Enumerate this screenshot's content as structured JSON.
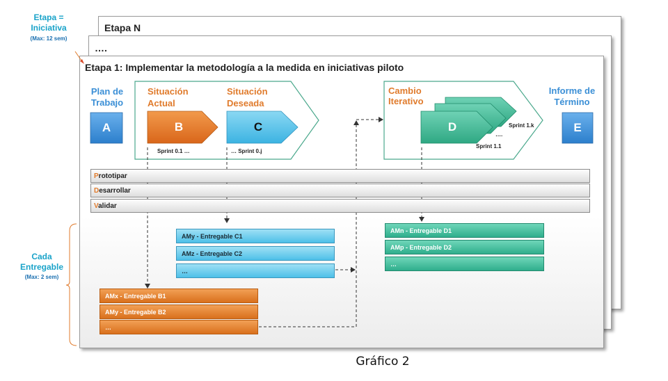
{
  "colors": {
    "orange": "#e07b2c",
    "blue": "#4ec0e8",
    "green": "#3bb896",
    "teal_text": "#1aa3c9",
    "blue_box": "#3b8fd6"
  },
  "left": {
    "etapa_label": "Etapa =\nIniciativa",
    "etapa_max": "(Max: 12 sem)",
    "cada_label": "Cada\nEntregable",
    "cada_max": "(Max: 2 sem)"
  },
  "pages": {
    "back_title": "Etapa N",
    "mid_title": "….",
    "main_title": "Etapa 1: Implementar la metodología a la medida en iniciativas piloto"
  },
  "phases": {
    "plan": {
      "label": "Plan de\nTrabajo",
      "letter": "A"
    },
    "actual": {
      "label": "Situación\nActual",
      "letter": "B",
      "sprint": "Sprint 0.1 …"
    },
    "deseada": {
      "label": "Situación\nDeseada",
      "letter": "C",
      "sprint": "… Sprint 0.j"
    },
    "cambio": {
      "label": "Cambio\nIterativo",
      "letter": "D",
      "sprint_k": "Sprint 1.k",
      "sprint_dots": "….",
      "sprint_1": "Sprint 1.1"
    },
    "informe": {
      "label": "Informe de\nTérmino",
      "letter": "E"
    }
  },
  "bars": [
    {
      "first": "P",
      "rest": "rototipar"
    },
    {
      "first": "D",
      "rest": "esarrollar"
    },
    {
      "first": "V",
      "rest": "alidar"
    }
  ],
  "deliverables": {
    "c": [
      "AMy - Entregable C1",
      "AMz - Entregable C2",
      "…"
    ],
    "d": [
      "AMn - Entregable D1",
      "AMp - Entregable D2",
      "…"
    ],
    "b": [
      "AMx - Entregable B1",
      "AMy - Entregable B2",
      "…"
    ]
  },
  "caption": "Gráfico 2"
}
